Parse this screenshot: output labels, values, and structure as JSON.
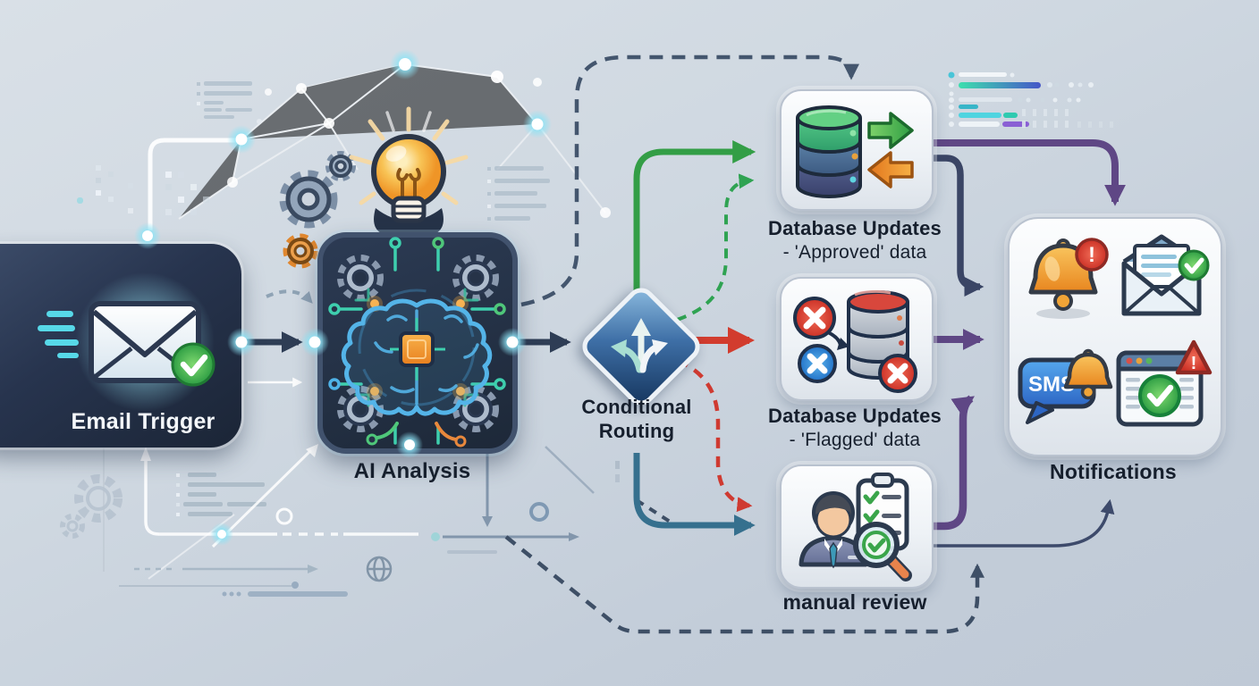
{
  "diagram": {
    "nodes": {
      "email_trigger": {
        "label": "Email Trigger"
      },
      "ai_analysis": {
        "label": "AI Analysis"
      },
      "conditional_routing": {
        "label_line1": "Conditional",
        "label_line2": "Routing"
      },
      "db_approved": {
        "label_line1": "Database Updates",
        "label_line2": "- 'Approved' data"
      },
      "db_flagged": {
        "label_line1": "Database Updates",
        "label_line2": "- 'Flagged' data"
      },
      "manual_review": {
        "label": "manual review"
      },
      "notifications": {
        "label": "Notifications",
        "sms_label": "SMS",
        "bell_badge_mark": "!",
        "warning_mark": "!"
      }
    },
    "edges": [
      {
        "from": "email-trigger",
        "to": "ai-analysis",
        "style": "solid",
        "color": "navy"
      },
      {
        "from": "ai-analysis",
        "to": "conditional-routing",
        "style": "solid",
        "color": "navy"
      },
      {
        "from": "conditional-routing",
        "to": "database-updates-approved",
        "style": "solid",
        "color": "green"
      },
      {
        "from": "conditional-routing",
        "to": "database-updates-approved",
        "style": "dashed",
        "color": "green"
      },
      {
        "from": "conditional-routing",
        "to": "database-updates-flagged",
        "style": "solid",
        "color": "red"
      },
      {
        "from": "conditional-routing",
        "to": "manual-review",
        "style": "dashed",
        "color": "red"
      },
      {
        "from": "conditional-routing",
        "to": "manual-review",
        "style": "solid",
        "color": "teal"
      },
      {
        "from": "ai-analysis",
        "to": "database-updates-approved",
        "style": "dashed",
        "color": "slate"
      },
      {
        "from": "database-updates-approved",
        "to": "notifications",
        "style": "solid",
        "color": "purple"
      },
      {
        "from": "database-updates-approved",
        "to": "notifications",
        "style": "solid",
        "color": "navy"
      },
      {
        "from": "database-updates-flagged",
        "to": "notifications",
        "style": "solid",
        "color": "purple"
      },
      {
        "from": "manual-review",
        "to": "notifications",
        "style": "solid",
        "color": "purple"
      },
      {
        "from": "manual-review",
        "to": "notifications",
        "style": "solid",
        "color": "navy-thin"
      },
      {
        "from": "ai-analysis",
        "to": "manual-review",
        "style": "dashed",
        "color": "navy"
      }
    ],
    "colors": {
      "flow_navy": "#2e3d55",
      "approved_green": "#339e46",
      "flagged_red": "#d23c2e",
      "review_teal": "#36708e",
      "notify_purple": "#5f4785",
      "dashed_slate": "#44566e",
      "card_face": "#f2f5f8",
      "dark_node": "#243145",
      "label_text": "#161f2d",
      "glow_cyan": "#7fe3f7"
    }
  }
}
